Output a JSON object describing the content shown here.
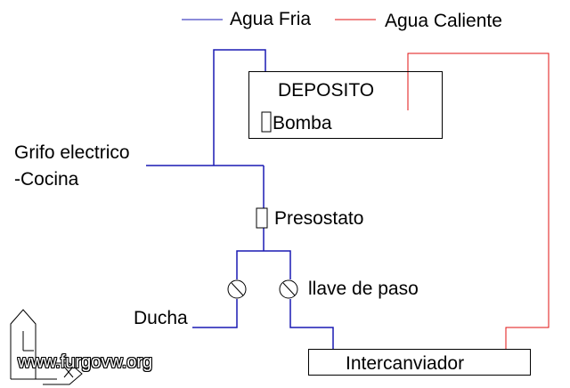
{
  "colors": {
    "cold_water": "#1a1ab4",
    "hot_water": "#e01010",
    "outline": "#000000",
    "background": "#ffffff"
  },
  "legend": {
    "cold": "Agua Fria",
    "hot": "Agua Caliente"
  },
  "labels": {
    "tank": "DEPOSITO",
    "pump": "Bomba",
    "kitchen_tap_line1": "Grifo electrico",
    "kitchen_tap_line2": "-Cocina",
    "pressure_switch": "Presostato",
    "valve": "llave de paso",
    "shower": "Ducha",
    "heat_exchanger": "Intercanviador"
  },
  "watermark": {
    "text": "www.furgovw.org"
  }
}
